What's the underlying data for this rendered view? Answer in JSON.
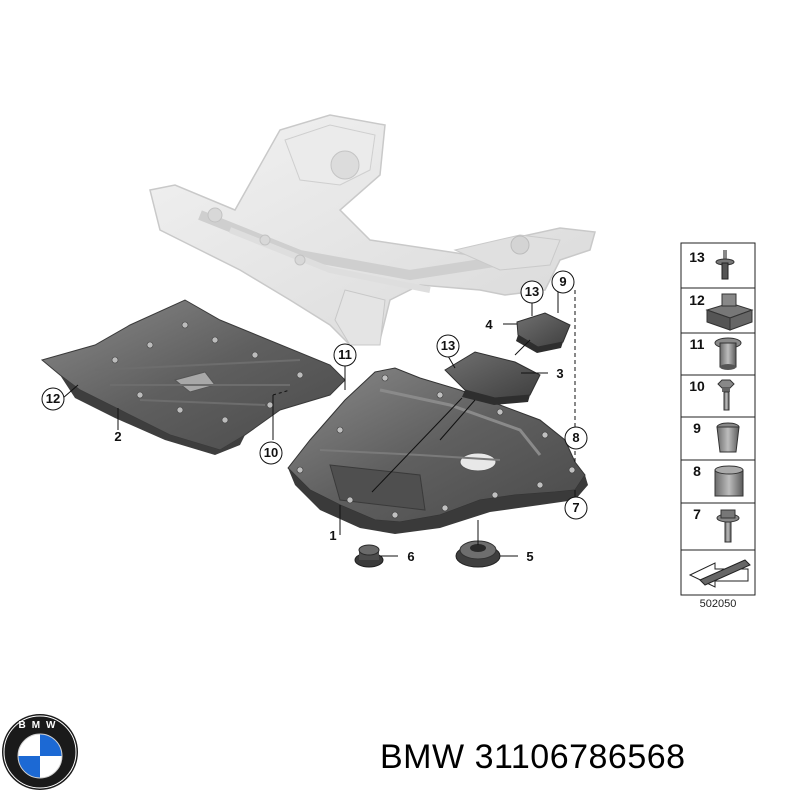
{
  "callouts": {
    "c1": "1",
    "c2": "2",
    "c3": "3",
    "c4": "4",
    "c5": "5",
    "c6": "6",
    "c7": "7",
    "c8": "8",
    "c9": "9",
    "c10": "10",
    "c11": "11",
    "c12": "12",
    "c13a": "13",
    "c13b": "13"
  },
  "legend": {
    "items": [
      "13",
      "12",
      "11",
      "10",
      "9",
      "8",
      "7"
    ],
    "code": "502050"
  },
  "caption": {
    "brand": "BMW",
    "part_number": "31106786568"
  },
  "logo": {
    "letters": "BMW",
    "colors": {
      "ring": "#1a1a1a",
      "blue": "#1c69d4",
      "white": "#ffffff"
    }
  },
  "colors": {
    "frame": "#e6e6e6",
    "panel_dark": "#5a5a5a",
    "panel_mid": "#7a7a7a",
    "panel_light": "#9a9a9a"
  }
}
